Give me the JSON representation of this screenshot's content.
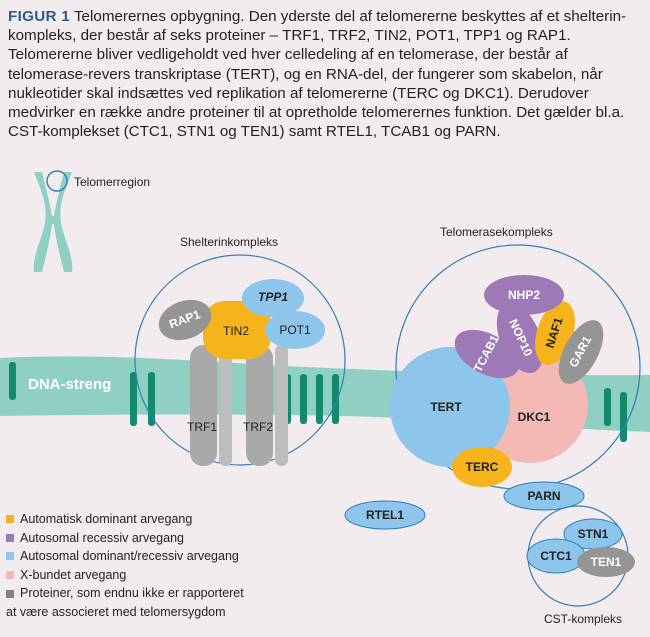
{
  "caption": {
    "label": "FIGUR 1",
    "text": "Telomerernes opbygning. Den yderste del af telomererne beskyttes af et shelterin-kompleks, der består af seks proteiner – TRF1, TRF2, TIN2, POT1, TPP1 og RAP1. Telomererne bliver vedligeholdt ved hver celledeling af en telomerase, der består af telomerase-revers transkriptase (TERT), og en RNA-del, der fungerer som skabelon, når nukleotider skal indsættes ved replikation af telomererne (TERC og DKC1). Derudover medvirker en række andre proteiner til at opretholde telomerernes funktion. Det gælder bl.a. CST-komplekset (CTC1, STN1 og TEN1) samt RTEL1, TCAB1 og PARN."
  },
  "labels": {
    "telomere_region": "Telomerregion",
    "shelterin": "Shelterinkompleks",
    "telomerase": "Telomerasekompleks",
    "dna": "DNA-streng",
    "cst": "CST-kompleks"
  },
  "proteins": {
    "rap1": "RAP1",
    "tin2": "TIN2",
    "tpp1": "TPP1",
    "pot1": "POT1",
    "trf1": "TRF1",
    "trf2": "TRF2",
    "tert": "TERT",
    "dkc1": "DKC1",
    "terc": "TERC",
    "nhp2": "NHP2",
    "nop10": "NOP10",
    "naf1": "NAF1",
    "gar1": "GAR1",
    "tcab1": "TCAB1",
    "parn": "PARN",
    "rtel1": "RTEL1",
    "stn1": "STN1",
    "ctc1": "CTC1",
    "ten1": "TEN1"
  },
  "colors": {
    "yellow": "#f5b41c",
    "purple": "#9d7ab5",
    "blue": "#8ec5ea",
    "pink": "#f2b9b5",
    "gray": "#9a9a9a",
    "dna": "#8fd0c2",
    "green_bar": "#128a6b",
    "outline": "#2d7fbf",
    "caption_label": "#2a5b8c"
  },
  "legend": [
    {
      "text": "Automatisk dominant arvegang",
      "color": "#f5b41c"
    },
    {
      "text": "Autosomal recessiv arvegang",
      "color": "#9d7ab5"
    },
    {
      "text": "Autosomal dominant/recessiv arvegang",
      "color": "#8ec5ea"
    },
    {
      "text": "X-bundet arvegang",
      "color": "#f2b9b5"
    },
    {
      "text": "Proteiner, som endnu ikke er rapporteret",
      "color": "#808080"
    }
  ],
  "legend_cont": "at være associeret med telomersygdom"
}
